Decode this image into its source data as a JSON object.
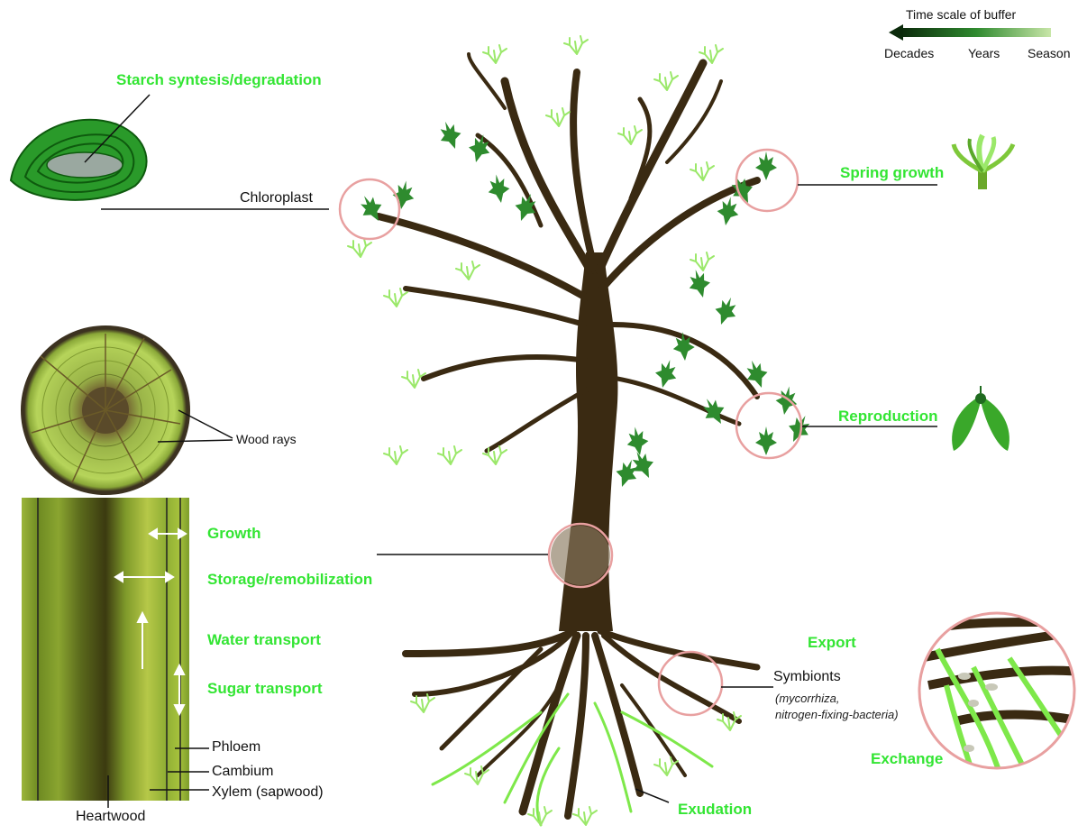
{
  "legend": {
    "title": "Time scale of buffer",
    "ticks": [
      "Decades",
      "Years",
      "Season"
    ],
    "colors": {
      "dark": "#0b2a0b",
      "mid": "#2f8a2f",
      "light": "#c8e6a8"
    }
  },
  "labels": {
    "starch": "Starch syntesis/degradation",
    "chloroplast": "Chloroplast",
    "wood_rays": "Wood rays",
    "growth": "Growth",
    "storage": "Storage/remobilization",
    "water": "Water transport",
    "sugar": "Sugar transport",
    "phloem": "Phloem",
    "cambium": "Cambium",
    "xylem": "Xylem (sapwood)",
    "heartwood": "Heartwood",
    "spring_growth": "Spring growth",
    "reproduction": "Reproduction",
    "export": "Export",
    "symbionts": "Symbionts",
    "symbionts_detail_1": "(mycorrhiza,",
    "symbionts_detail_2": "nitrogen-fixing-bacteria)",
    "exchange": "Exchange",
    "exudation": "Exudation"
  },
  "colors": {
    "label_green": "#33e533",
    "trunk": "#3a2a12",
    "leaf": "#2e8b2e",
    "leaf_light": "#9be86a",
    "highlight_circle": "#e8a0a0"
  }
}
